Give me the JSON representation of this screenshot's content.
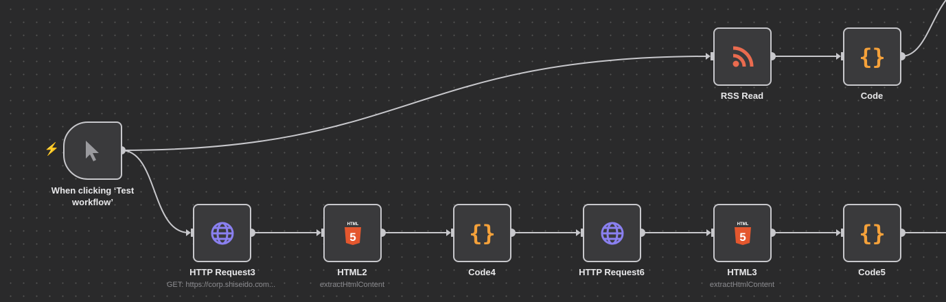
{
  "trigger": {
    "label": "When clicking ‘Test workflow’",
    "icon": "cursor-icon"
  },
  "nodes": [
    {
      "id": "rss",
      "label": "RSS Read",
      "icon": "rss-icon"
    },
    {
      "id": "code",
      "label": "Code",
      "icon": "code-braces-icon"
    },
    {
      "id": "http3",
      "label": "HTTP Request3",
      "subtitle": "GET: https://corp.shiseido.com...",
      "icon": "globe-icon"
    },
    {
      "id": "html2",
      "label": "HTML2",
      "subtitle": "extractHtmlContent",
      "icon": "html5-icon"
    },
    {
      "id": "code4",
      "label": "Code4",
      "icon": "code-braces-icon"
    },
    {
      "id": "http6",
      "label": "HTTP Request6",
      "icon": "globe-icon"
    },
    {
      "id": "html3",
      "label": "HTML3",
      "subtitle": "extractHtmlContent",
      "icon": "html5-icon"
    },
    {
      "id": "code5",
      "label": "Code5",
      "icon": "code-braces-icon"
    }
  ],
  "colors": {
    "rss": "#ea6b4f",
    "code": "#f5a13a",
    "globe": "#8a80f0",
    "html": "#e4572e",
    "edge": "#c8c8cc"
  }
}
